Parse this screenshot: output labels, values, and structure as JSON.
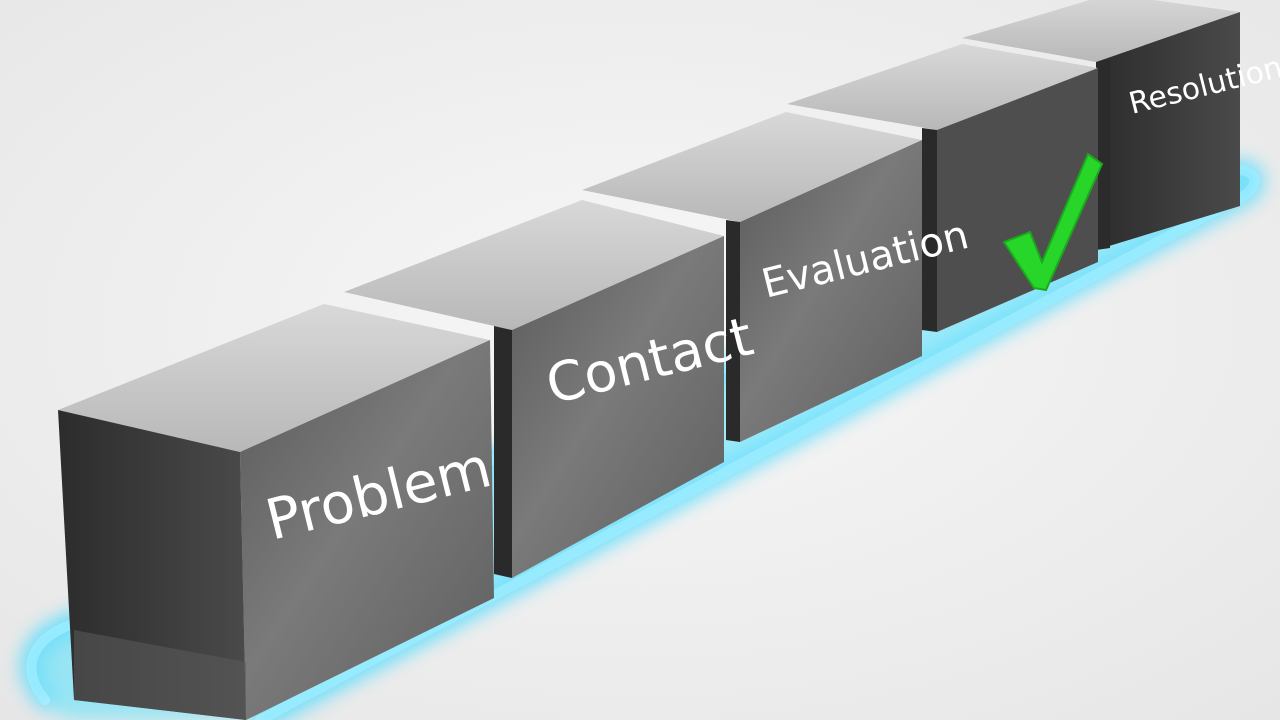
{
  "scene": {
    "description_free": true,
    "background_color": "#efefef",
    "glow_color": "#3fd9ff",
    "cube_front_color": "#6c6c6c",
    "cube_side_color": "#3a3a3a",
    "cube_top_color": "#c2c2c2",
    "check_color": "#22cc22"
  },
  "steps": [
    {
      "label": "Problem"
    },
    {
      "label": "Contact"
    },
    {
      "label": "Evaluation"
    },
    {
      "label": ""
    },
    {
      "label": "Resolution"
    }
  ],
  "icons": {
    "check": "checkmark-icon"
  }
}
